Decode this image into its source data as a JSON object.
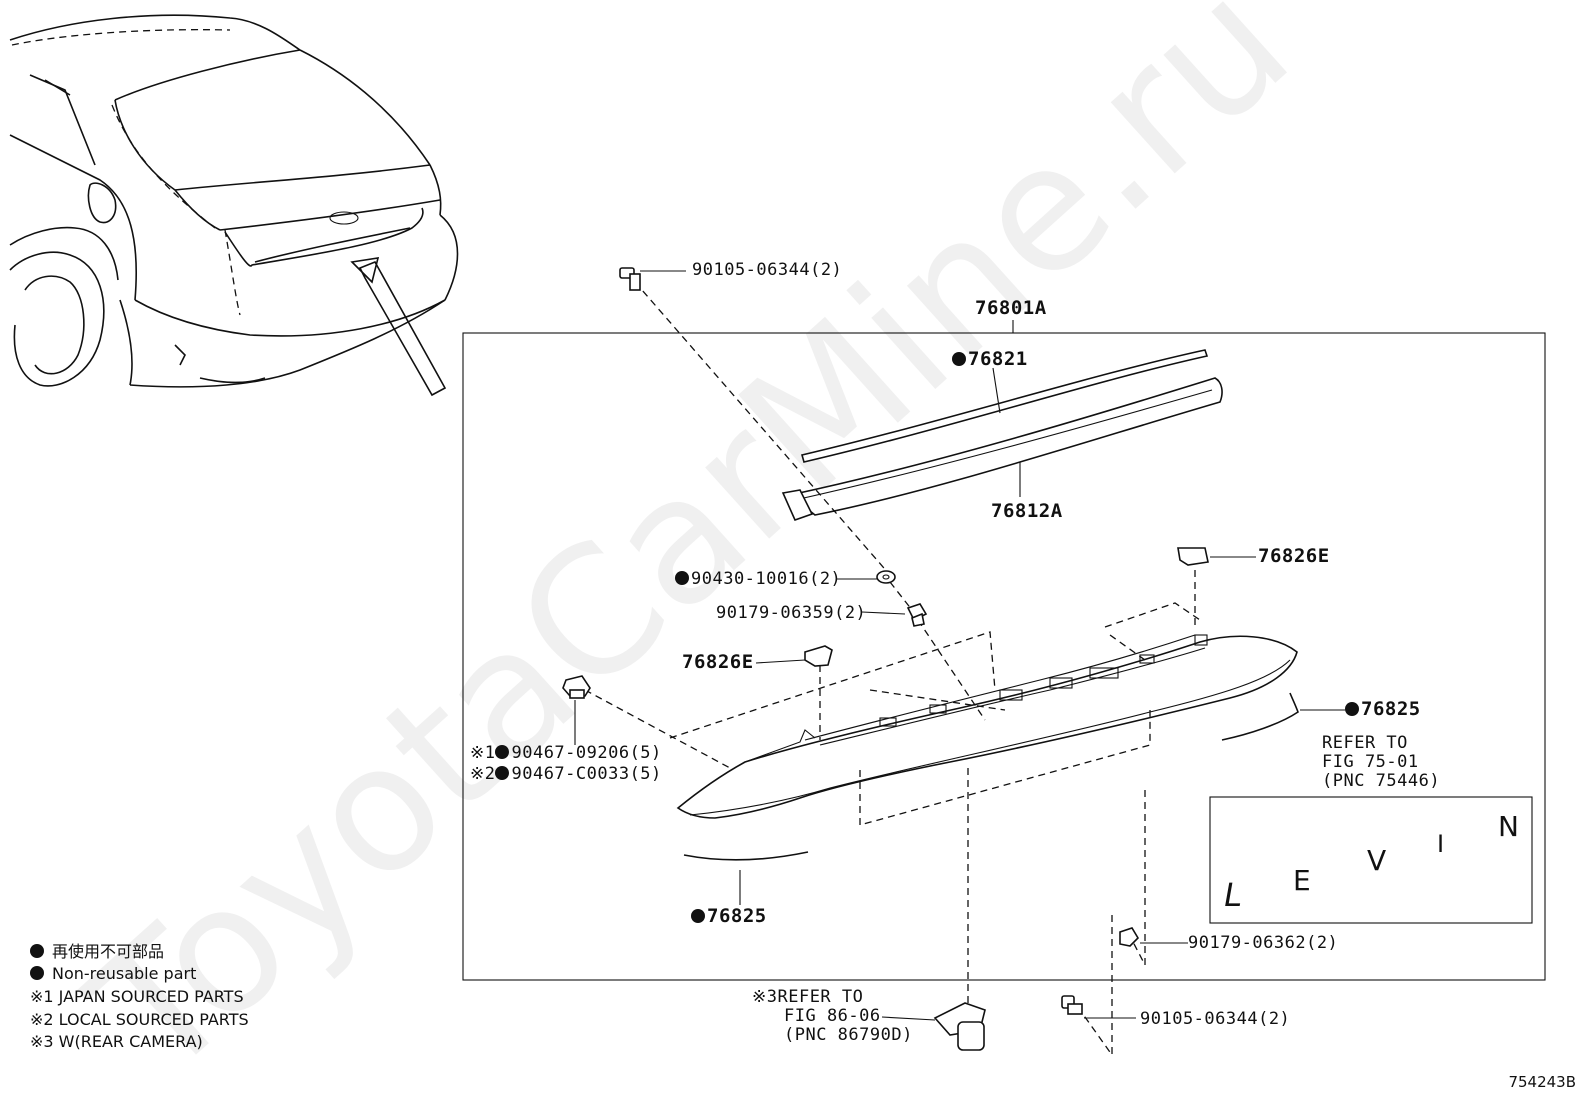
{
  "watermark": "ToyotaCarMine.ru",
  "figure_id": "754243B",
  "callouts": {
    "bolt_top": "90105-06344(2)",
    "assy": "76801A",
    "moulding_upper": "76821",
    "moulding_lower": "76812A",
    "washer": "90430-10016(2)",
    "nut_upper": "90179-06359(2)",
    "clip_right": "76826E",
    "clip_left": "76826E",
    "strip_right": "76825",
    "strip_left": "76825",
    "nut_japan": "90467-09206(5)",
    "nut_local": "90467-C0033(5)",
    "mark_1": "※1",
    "mark_2": "※2",
    "mark_3": "※3",
    "refer_emblem_1": "REFER TO",
    "refer_emblem_2": "FIG 75-01",
    "refer_emblem_3": "(PNC 75446)",
    "refer_camera_1": "REFER TO",
    "refer_camera_2": "FIG 86-06",
    "refer_camera_3": "(PNC 86790D)",
    "nut_lower": "90179-06362(2)",
    "bolt_bottom": "90105-06344(2)"
  },
  "emblem_letters": [
    "L",
    "E",
    "V",
    "I",
    "N"
  ],
  "legend": {
    "line1": "再使用不可部品",
    "line2": "Non-reusable part",
    "line3": "※1 JAPAN SOURCED PARTS",
    "line4": "※2 LOCAL SOURCED PARTS",
    "line5": "※3 W(REAR CAMERA)"
  }
}
